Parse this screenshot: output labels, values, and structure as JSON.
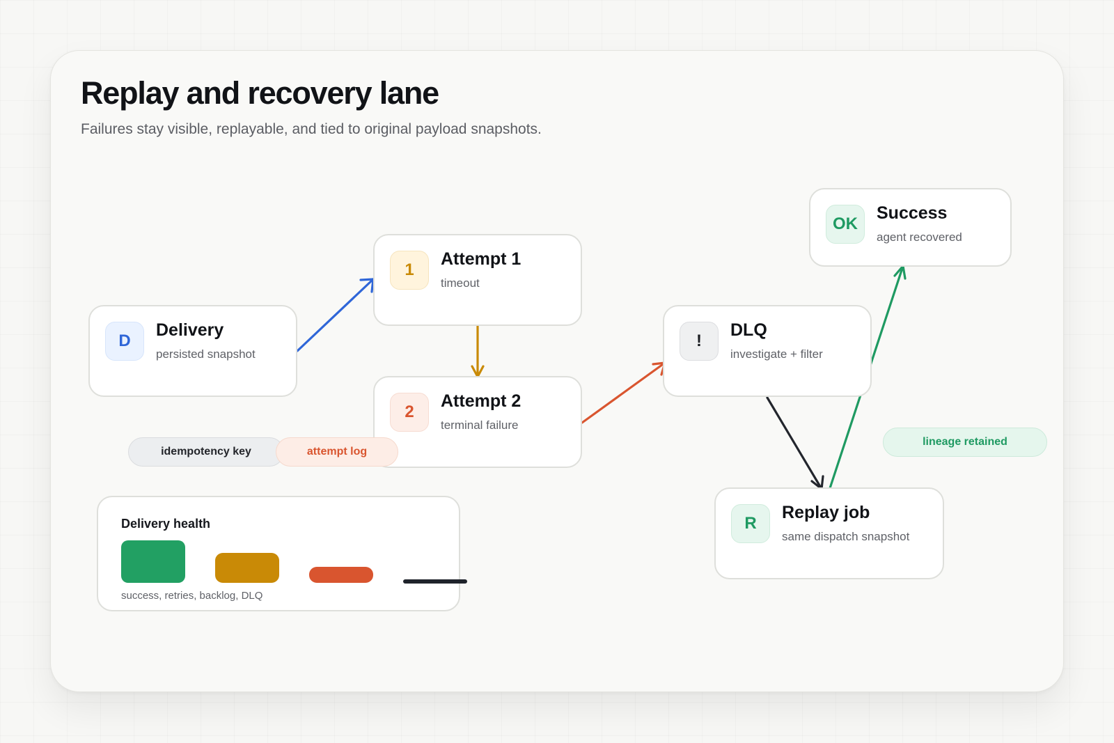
{
  "header": {
    "title": "Replay and recovery lane",
    "subtitle": "Failures stay visible, replayable, and tied to original payload snapshots."
  },
  "nodes": {
    "delivery": {
      "badge": "D",
      "title": "Delivery",
      "subtitle": "persisted snapshot"
    },
    "attempt1": {
      "badge": "1",
      "title": "Attempt 1",
      "subtitle": "timeout"
    },
    "attempt2": {
      "badge": "2",
      "title": "Attempt 2",
      "subtitle": "terminal failure"
    },
    "dlq": {
      "badge": "!",
      "title": "DLQ",
      "subtitle": "investigate + filter"
    },
    "replay": {
      "badge": "R",
      "title": "Replay job",
      "subtitle": "same dispatch snapshot"
    },
    "success": {
      "badge": "OK",
      "title": "Success",
      "subtitle": "agent recovered"
    }
  },
  "pills": {
    "idempotency": "idempotency key",
    "attempt_log": "attempt log",
    "lineage": "lineage retained"
  },
  "health": {
    "title": "Delivery health",
    "caption": "success, retries, backlog, DLQ",
    "bars": [
      {
        "color": "#22a063"
      },
      {
        "color": "#c98a06"
      },
      {
        "color": "#d9552f"
      },
      {
        "color": "#1f232b"
      }
    ]
  },
  "colors": {
    "blue": "#2f66d8",
    "amber": "#c98a06",
    "orange": "#d9552f",
    "dark": "#23262d",
    "green": "#1f9a62"
  }
}
